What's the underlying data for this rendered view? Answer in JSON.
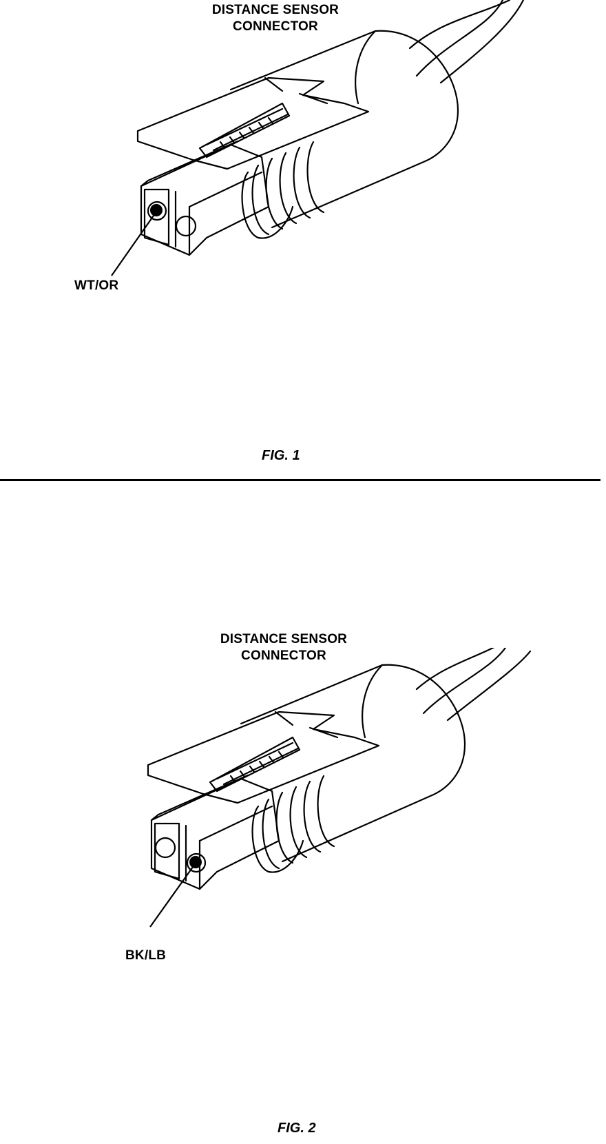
{
  "figures": [
    {
      "title_line1": "DISTANCE SENSOR",
      "title_line2": "CONNECTOR",
      "wire_label": "WT/OR",
      "caption": "FIG. 1"
    },
    {
      "title_line1": "DISTANCE SENSOR",
      "title_line2": "CONNECTOR",
      "wire_label": "BK/LB",
      "caption": "FIG. 2"
    }
  ]
}
